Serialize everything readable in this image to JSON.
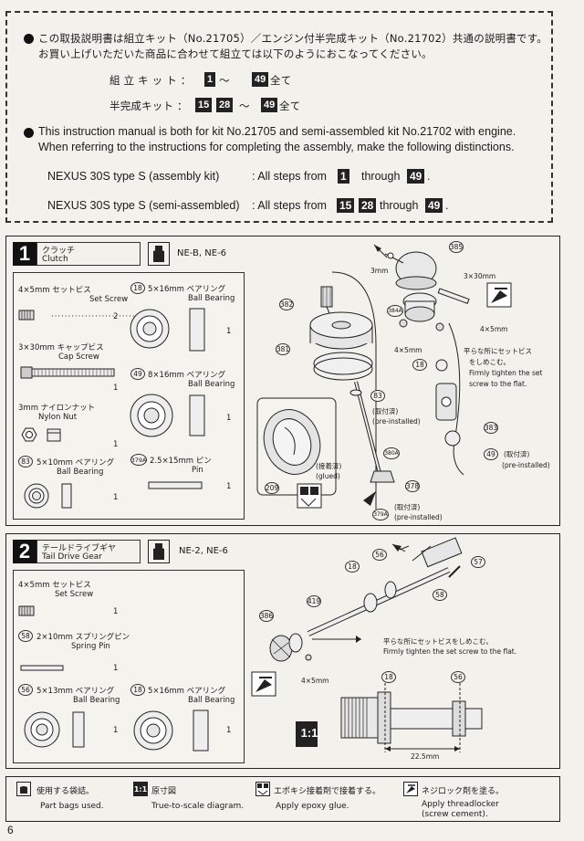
{
  "notice": {
    "jp_line1": "この取扱説明書は組立キット（No.21705）／エンジン付半完成キット（No.21702）共通の説明書です。",
    "jp_line2": "お買い上げいただいた商品に合わせて組立ては以下のようにおこなってください。",
    "jp_assembly_label": "組 立 キ ッ ト ：",
    "jp_assembly_from": "1",
    "jp_assembly_tilde": "〜",
    "jp_assembly_to": "49",
    "jp_assembly_suffix": "全て",
    "jp_semi_label": "半完成キット ：",
    "jp_semi_a": "15",
    "jp_semi_b": "28",
    "jp_semi_tilde": "〜",
    "jp_semi_to": "49",
    "jp_semi_suffix": "全て",
    "en_line1": "This instruction manual is both for kit No.21705 and semi-assembled kit No.21702 with engine.",
    "en_line2": "When referring to the instructions for completing the assembly, make the following distinctions.",
    "en_assembly_label": "NEXUS 30S type S (assembly kit)",
    "en_assembly_text": ": All steps from",
    "en_assembly_from": "1",
    "en_assembly_through": "through",
    "en_assembly_to": "49",
    "en_assembly_end": ".",
    "en_semi_label": "NEXUS 30S type S (semi-assembled)",
    "en_semi_text": ": All steps from",
    "en_semi_a": "15",
    "en_semi_b": "28",
    "en_semi_through": "through",
    "en_semi_to": "49",
    "en_semi_end": "."
  },
  "step1": {
    "number": "1",
    "title_jp": "クラッチ",
    "title_en": "Clutch",
    "bag": "NE-B, NE-6",
    "parts": {
      "setscrew_jp": "4×5mm セットビス",
      "setscrew_en": "Set Screw",
      "setscrew_qty": "2",
      "capscrew_jp": "3×30mm キャップビス",
      "capscrew_en": "Cap Screw",
      "capscrew_qty": "1",
      "nylonnut_jp": "3mm ナイロンナット",
      "nylonnut_en": "Nylon Nut",
      "nylonnut_qty": "1",
      "bb83_no": "83",
      "bb83_jp": "5×10mm ベアリング",
      "bb83_en": "Ball Bearing",
      "bb83_qty": "1",
      "bb18_no": "18",
      "bb18_jp": "5×16mm ベアリング",
      "bb18_en": "Ball Bearing",
      "bb18_qty": "1",
      "bb49_no": "49",
      "bb49_jp": "8×16mm ベアリング",
      "bb49_en": "Ball Bearing",
      "bb49_qty": "1",
      "pin_no": "379A",
      "pin_jp": "2.5×15mm ピン",
      "pin_en": "Pin",
      "pin_qty": "1"
    },
    "diagram": {
      "lbl_385": "385",
      "lbl_3mm": "3mm",
      "lbl_3x30": "3×30mm",
      "lbl_382": "382",
      "lbl_384a": "384A",
      "lbl_4x5a": "4×5mm",
      "lbl_4x5b": "4×5mm",
      "lbl_381": "381",
      "lbl_18": "18",
      "tighten_jp1": "平らな所にセットビス",
      "tighten_jp2": "をしめこむ。",
      "tighten_en1": "Firmly tighten the set",
      "tighten_en2": "screw to the flat.",
      "lbl_83": "83",
      "preinst_jp1": "(取付済)",
      "preinst_en1": "(pre-installed)",
      "lbl_383": "383",
      "lbl_49": "49",
      "preinst_jp2": "(取付済)",
      "preinst_en2": "(pre-installed)",
      "glued_jp": "(接着済)",
      "glued_en": "(glued)",
      "lbl_380a": "380A",
      "lbl_209": "209",
      "lbl_378": "378",
      "lbl_379a": "379A",
      "preinst_jp3": "(取付済)",
      "preinst_en3": "(pre-installed)"
    }
  },
  "step2": {
    "number": "2",
    "title_jp": "テールドライブギヤ",
    "title_en": "Tail Drive Gear",
    "bag": "NE-2, NE-6",
    "parts": {
      "setscrew_jp": "4×5mm セットビス",
      "setscrew_en": "Set Screw",
      "setscrew_qty": "1",
      "spring_no": "58",
      "spring_jp": "2×10mm スプリングピン",
      "spring_en": "Spring Pin",
      "spring_qty": "1",
      "bb56_no": "56",
      "bb56_jp": "5×13mm ベアリング",
      "bb56_en": "Ball Bearing",
      "bb56_qty": "1",
      "bb18_no": "18",
      "bb18_jp": "5×16mm ベアリング",
      "bb18_en": "Ball Bearing",
      "bb18_qty": "1"
    },
    "diagram": {
      "lbl_56": "56",
      "lbl_57": "57",
      "lbl_18": "18",
      "lbl_58": "58",
      "lbl_419": "419",
      "lbl_386": "386",
      "tighten_jp": "平らな所にセットビスをしめこむ。",
      "tighten_en": "Firmly tighten the set screw to the flat.",
      "lbl_4x5": "4×5mm",
      "lbl_18b": "18",
      "lbl_56b": "56",
      "scale_mark": "1:1",
      "dim": "22.5mm"
    }
  },
  "legend": {
    "bag_jp": "使用する袋詰。",
    "bag_en": "Part bags used.",
    "scale_icon": "1:1",
    "scale_jp": "原寸図",
    "scale_en": "True-to-scale diagram.",
    "epoxy_jp": "エポキシ接着剤で接着する。",
    "epoxy_en": "Apply epoxy glue.",
    "thread_jp": "ネジロック剤を塗る。",
    "thread_en1": "Apply threadlocker",
    "thread_en2": "(screw cement)."
  },
  "page_number": "6"
}
